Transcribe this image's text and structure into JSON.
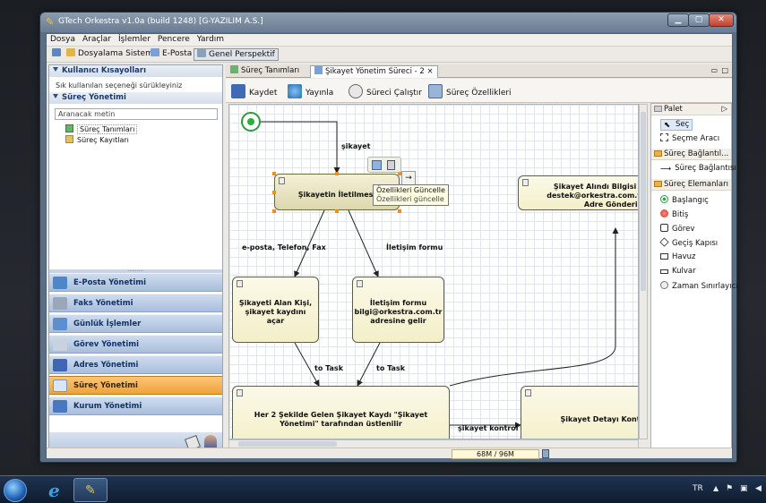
{
  "window": {
    "title": "GTech Orkestra v1.0a (build 1248) [G-YAZILIM A.S.]"
  },
  "menu": [
    "Dosya",
    "Araçlar",
    "İşlemler",
    "Pencere",
    "Yardım"
  ],
  "toolbar": {
    "dosyalama": "Dosyalama Sistemi",
    "eposta": "E-Posta",
    "perspektif": "Genel Perspektif"
  },
  "left": {
    "shortcuts_title": "Kullanıcı Kısayolları",
    "shortcuts_hint": "Sık kullanılan seçeneği sürükleyiniz",
    "process_title": "Süreç Yönetimi",
    "search_value": "Aranacak metin",
    "items": [
      "Süreç Tanımları",
      "Süreç Kayıtları"
    ],
    "nav": [
      "E-Posta Yönetimi",
      "Faks Yönetimi",
      "Günlük İşlemler",
      "Görev Yönetimi",
      "Adres Yönetimi",
      "Süreç Yönetimi",
      "Kurum Yönetimi"
    ]
  },
  "editor": {
    "tabs": [
      "Süreç Tanımları",
      "Şikayet Yönetim Süreci - 2"
    ],
    "tab_close": "×",
    "actions": [
      "Kaydet",
      "Yayınla",
      "Süreci Çalıştır",
      "Süreç Özellikleri"
    ]
  },
  "diagram": {
    "start_label": "şikayet",
    "nodes": {
      "iletilmesi": "Şikayetin İletilmesi",
      "alan_kisi": "Şikayeti Alan Kişi, şikayet kaydını açar",
      "iletisim_formu": "İletişim formu bilgi@orkestra.com.tr adresine gelir",
      "her2": "Her 2 Şekilde Gelen Şikayet Kaydı \"Şikayet Yönetimi\" tarafından üstlenilir",
      "alindi": "Şikayet Alındı Bilgisi M destek@orkestra.com.tr. Adre Gönderilir",
      "detayi": "Şikayet Detayı Kontro"
    },
    "edges": {
      "eposta_faks": "e-posta, Telefon, Fax",
      "iletisim_formu": "İletişim formu",
      "to_task_1": "to Task",
      "to_task_2": "to Task",
      "sikayet_kontrol": "şikayet kontrol"
    },
    "tooltip": {
      "title": "Özellikleri Güncelle",
      "desc": "Özellikleri güncelle"
    }
  },
  "palette": {
    "title": "Palet",
    "tools": [
      "Seç",
      "Seçme Aracı"
    ],
    "connections_title": "Süreç Bağlantıl...",
    "connections": [
      "Süreç Bağlantısı"
    ],
    "elements_title": "Süreç Elemanları",
    "elements": [
      "Başlangıç",
      "Bitiş",
      "Görev",
      "Geçiş Kapısı",
      "Havuz",
      "Kulvar",
      "Zaman Sınırlayıcı"
    ]
  },
  "status": {
    "memory": "68M / 96M"
  },
  "taskbar": {
    "lang": "TR"
  }
}
